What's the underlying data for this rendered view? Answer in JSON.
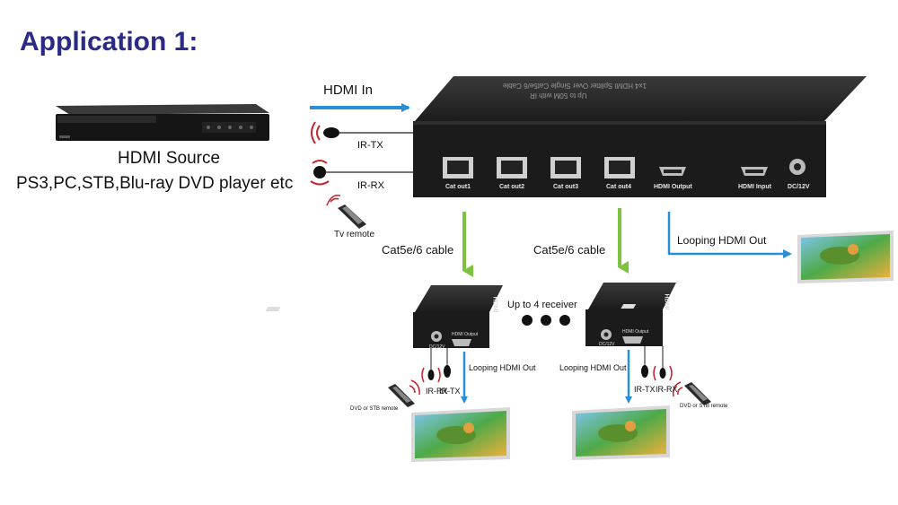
{
  "title": "Application 1:",
  "source": {
    "name": "HDMI Source",
    "devices": "PS3,PC,STB,Blu-ray DVD player etc"
  },
  "splitter": {
    "input_label": "HDMI  In",
    "top_text_line1": "1x4 HDMI Splitter Over Single Cat5e/6 Cable",
    "top_text_line2": "Up to 50M with IR",
    "ports": [
      "Cat out1",
      "Cat out2",
      "Cat out3",
      "Cat out4",
      "HDMI Output",
      "HDMI Input",
      "DC/12V"
    ]
  },
  "ir": {
    "tx": "IR-TX",
    "rx": "IR-RX",
    "remote": "Tv remote"
  },
  "links": {
    "cable_left": "Cat5e/6 cable",
    "cable_right": "Cat5e/6 cable",
    "looping_main": "Looping HDMI Out",
    "receivers_note": "Up to 4 receiver"
  },
  "receiver_left": {
    "top_label": "HDMI",
    "port_label": "HDMI Output",
    "dc_label": "DC/12V",
    "looping": "Looping HDMI Out",
    "ir_rx": "IR-RX",
    "ir_tx": "IR-TX",
    "remote": "DVD or STB remote"
  },
  "receiver_right": {
    "top_label": "HDMI",
    "port_label": "HDMI Output",
    "dc_label": "DC/12V",
    "looping": "Looping HDMI Out",
    "ir_tx": "IR-TX",
    "ir_rx": "IR-RX",
    "remote": "DVD or STB remote"
  },
  "colors": {
    "title": "#2b2a86",
    "hdmi_arrow": "#2a8fd6",
    "cable_arrow": "#7dc242",
    "ir_wave": "#c0272d",
    "device_body": "#1b1b1b"
  }
}
